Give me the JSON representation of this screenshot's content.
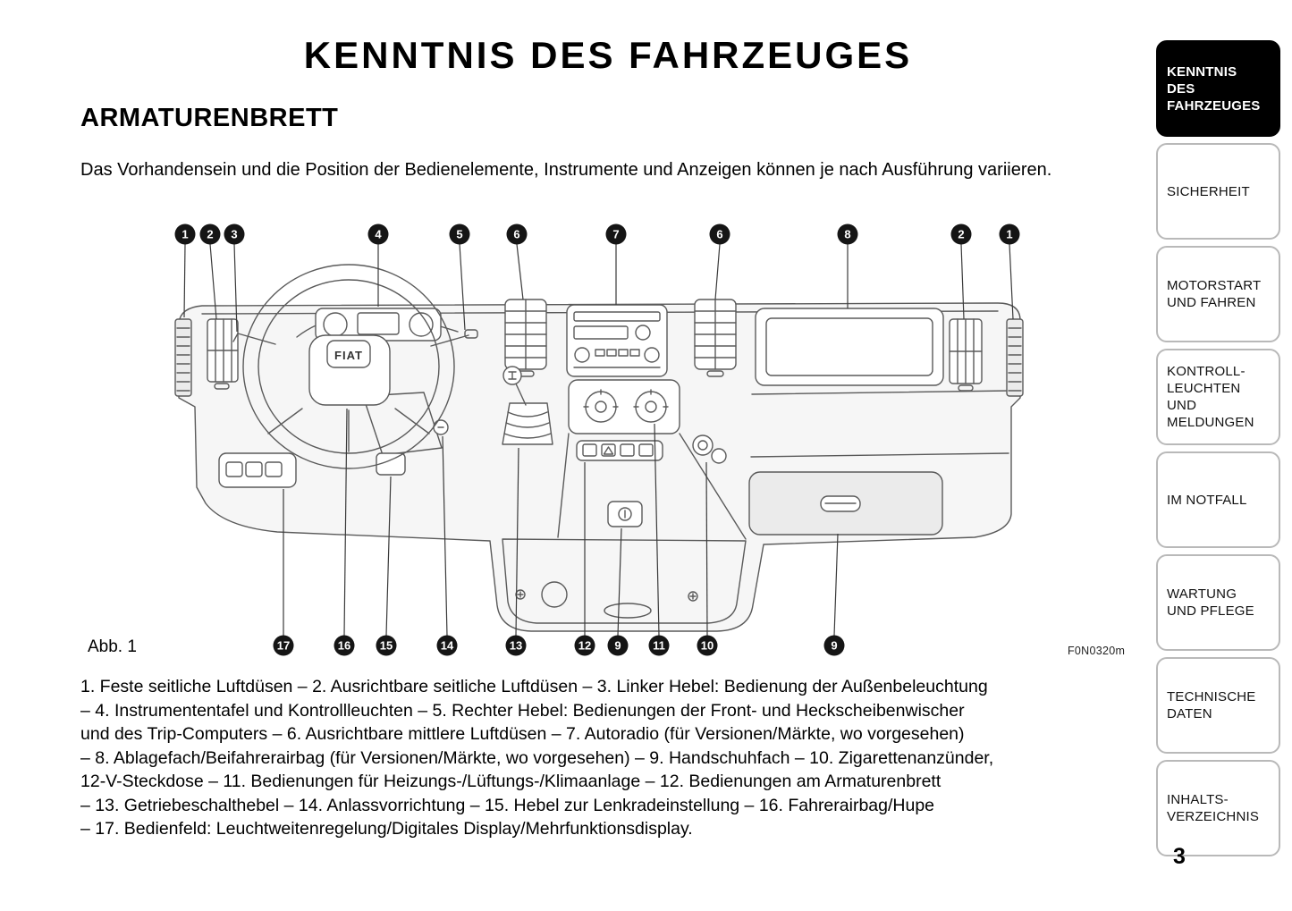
{
  "page": {
    "title": "KENNTNIS DES FAHRZEUGES",
    "section_heading": "ARMATURENBRETT",
    "intro": "Das Vorhandensein und die Position der Bedienelemente, Instrumente und Anzeigen können je nach Ausführung variieren.",
    "page_number": "3"
  },
  "figure": {
    "caption": "Abb. 1",
    "code": "F0N0320m",
    "logo": "FIAT",
    "callouts_top": [
      "1",
      "2",
      "3",
      "4",
      "5",
      "6",
      "7",
      "6",
      "8",
      "2",
      "1"
    ],
    "callouts_bottom": [
      "17",
      "16",
      "15",
      "14",
      "13",
      "12",
      "9",
      "11",
      "10",
      "9"
    ]
  },
  "legend": {
    "lines": [
      "1. Feste seitliche Luftdüsen – 2. Ausrichtbare seitliche Luftdüsen – 3. Linker Hebel: Bedienung der Außenbeleuchtung",
      "– 4. Instrumententafel und Kontrollleuchten – 5. Rechter Hebel: Bedienungen der Front- und Heckscheibenwischer",
      "und des Trip-Computers – 6. Ausrichtbare mittlere Luftdüsen – 7. Autoradio (für Versionen/Märkte, wo vorgesehen)",
      "– 8. Ablagefach/Beifahrerairbag (für Versionen/Märkte, wo vorgesehen) – 9. Handschuhfach – 10. Zigarettenanzünder,",
      "12-V-Steckdose – 11. Bedienungen für Heizungs-/Lüftungs-/Klimaanlage – 12. Bedienungen am Armaturenbrett",
      "– 13. Getriebeschalthebel – 14. Anlassvorrichtung – 15. Hebel zur Lenkradeinstellung – 16. Fahrerairbag/Hupe",
      "– 17. Bedienfeld: Leuchtweitenregelung/Digitales Display/Mehrfunktionsdisplay."
    ]
  },
  "sidebar": {
    "items": [
      {
        "label": "KENNTNIS\nDES FAHRZEUGES",
        "active": true
      },
      {
        "label": "SICHERHEIT",
        "active": false
      },
      {
        "label": "MOTORSTART\nUND FAHREN",
        "active": false
      },
      {
        "label": "KONTROLL-\nLEUCHTEN\nUND MELDUNGEN",
        "active": false
      },
      {
        "label": "IM NOTFALL",
        "active": false
      },
      {
        "label": "WARTUNG\nUND PFLEGE",
        "active": false
      },
      {
        "label": "TECHNISCHE\nDATEN",
        "active": false
      },
      {
        "label": "INHALTS-\nVERZEICHNIS",
        "active": false
      }
    ]
  }
}
